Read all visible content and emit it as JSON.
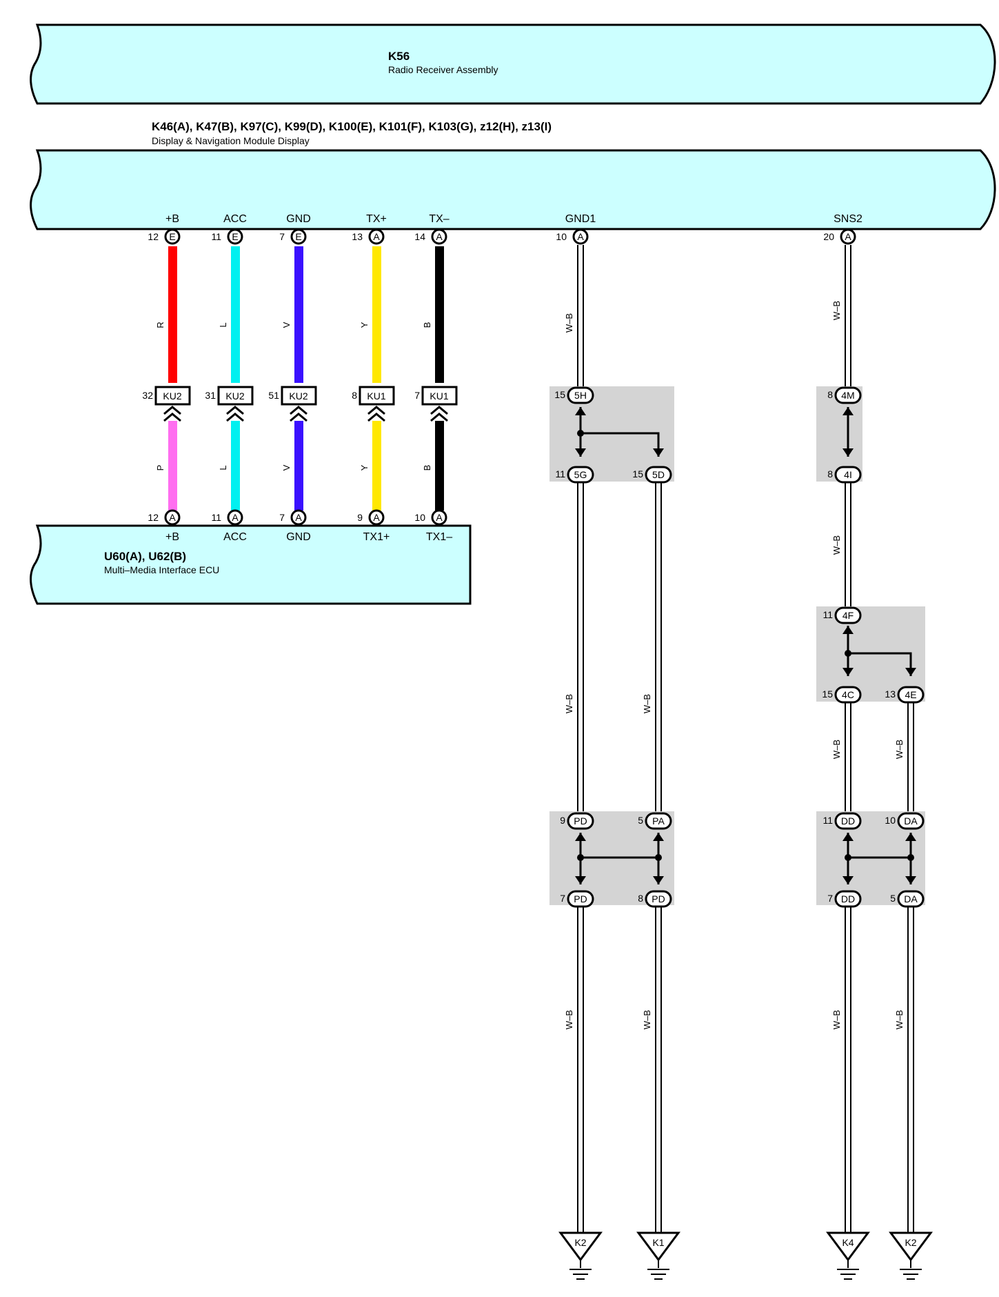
{
  "modules": {
    "k56": {
      "code": "K56",
      "name": "Radio Receiver Assembly"
    },
    "display": {
      "code": "K46(A), K47(B), K97(C), K99(D), K100(E), K101(F), K103(G), z12(H), z13(I)",
      "name": "Display & Navigation Module Display"
    },
    "mmi": {
      "code": "U60(A), U62(B)",
      "name": "Multi–Media Interface ECU"
    }
  },
  "display_terminals": [
    {
      "label": "+B",
      "pin": "12",
      "conn": "E"
    },
    {
      "label": "ACC",
      "pin": "11",
      "conn": "E"
    },
    {
      "label": "GND",
      "pin": "7",
      "conn": "E"
    },
    {
      "label": "TX+",
      "pin": "13",
      "conn": "A"
    },
    {
      "label": "TX–",
      "pin": "14",
      "conn": "A"
    },
    {
      "label": "GND1",
      "pin": "10",
      "conn": "A"
    },
    {
      "label": "SNS2",
      "pin": "20",
      "conn": "A"
    }
  ],
  "mmi_terminals": [
    {
      "label": "+B",
      "pin": "12",
      "conn": "A"
    },
    {
      "label": "ACC",
      "pin": "11",
      "conn": "A"
    },
    {
      "label": "GND",
      "pin": "7",
      "conn": "A"
    },
    {
      "label": "TX1+",
      "pin": "9",
      "conn": "A"
    },
    {
      "label": "TX1–",
      "pin": "10",
      "conn": "A"
    }
  ],
  "connectors": [
    {
      "pin": "32",
      "name": "KU2"
    },
    {
      "pin": "31",
      "name": "KU2"
    },
    {
      "pin": "51",
      "name": "KU2"
    },
    {
      "pin": "8",
      "name": "KU1"
    },
    {
      "pin": "7",
      "name": "KU1"
    }
  ],
  "wire_colors": {
    "upper": [
      "R",
      "L",
      "V",
      "Y",
      "B"
    ],
    "lower": [
      "P",
      "L",
      "V",
      "Y",
      "B"
    ],
    "hex_upper": [
      "#ff0000",
      "#00f0f0",
      "#3a10ff",
      "#ffe800",
      "#000000"
    ],
    "hex_lower": [
      "#ff6ef0",
      "#00f0f0",
      "#3a10ff",
      "#ffe800",
      "#000000"
    ]
  },
  "ground_wire_label": "W–B",
  "junctions": [
    {
      "pin": "15",
      "name": "5H"
    },
    {
      "pin": "11",
      "name": "5G"
    },
    {
      "pin": "15",
      "name": "5D"
    },
    {
      "pin": "8",
      "name": "4M"
    },
    {
      "pin": "8",
      "name": "4I"
    },
    {
      "pin": "11",
      "name": "4F"
    },
    {
      "pin": "15",
      "name": "4C"
    },
    {
      "pin": "13",
      "name": "4E"
    },
    {
      "pin": "9",
      "name": "PD"
    },
    {
      "pin": "5",
      "name": "PA"
    },
    {
      "pin": "7",
      "name": "PD"
    },
    {
      "pin": "8",
      "name": "PD"
    },
    {
      "pin": "11",
      "name": "DD"
    },
    {
      "pin": "10",
      "name": "DA"
    },
    {
      "pin": "7",
      "name": "DD"
    },
    {
      "pin": "5",
      "name": "DA"
    }
  ],
  "grounds": [
    "K2",
    "K1",
    "K4",
    "K2"
  ],
  "colors": {
    "module_fill": "#ccffff",
    "junction_fill": "#d4d4d4"
  }
}
